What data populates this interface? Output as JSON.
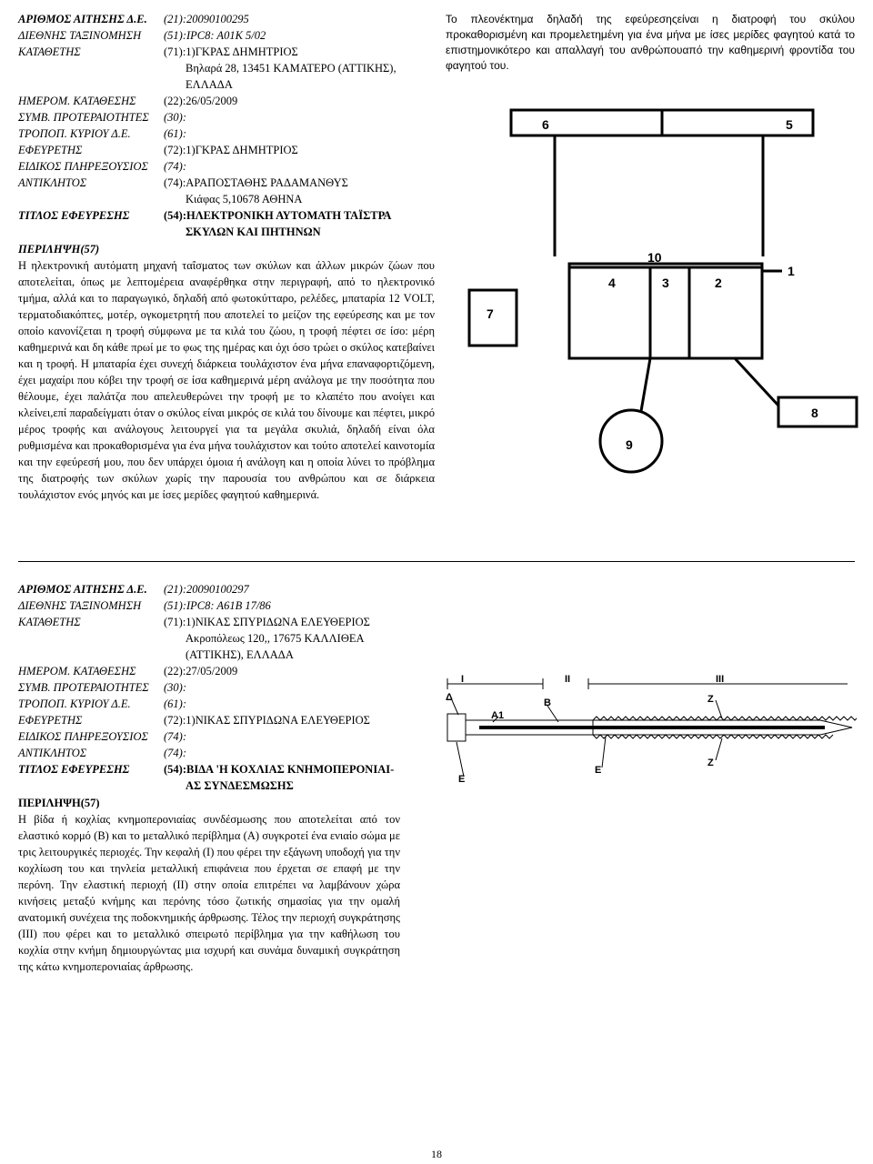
{
  "entries": [
    {
      "app_no_label": "ΑΡΙΘΜΟΣ ΑΙΤΗΣΗΣ Δ.Ε.",
      "app_no_value": "(21):20090100295",
      "rows": [
        {
          "label": "ΔΙΕΘΝΗΣ ΤΑΞΙΝΟΜΗΣΗ",
          "value": "(51):IPC8: A01K  5/02"
        },
        {
          "label": "ΚΑΤΑΘΕΤΗΣ",
          "value": "(71):1)ΓΚΡΑΣ  ΔΗΜΗΤΡΙΟΣ"
        }
      ],
      "applicant_address": [
        "Βηλαρά 28, 13451 ΚΑΜΑΤΕΡΟ (ΑΤΤΙΚΗΣ),",
        "ΕΛΛΑΔΑ"
      ],
      "rows2": [
        {
          "label": "ΗΜΕΡΟΜ. ΚΑΤΑΘΕΣΗΣ",
          "value": "(22):26/05/2009"
        },
        {
          "label": "ΣΥΜΒ. ΠΡΟΤΕΡΑΙΟΤΗΤΕΣ",
          "value": "(30):"
        },
        {
          "label": "ΤΡΟΠΟΠ. ΚΥΡΙΟΥ Δ.Ε.",
          "value": "(61):"
        },
        {
          "label": "ΕΦΕΥΡΕΤΗΣ",
          "value": "(72):1)ΓΚΡΑΣ  ΔΗΜΗΤΡΙΟΣ"
        },
        {
          "label": "ΕΙΔΙΚΟΣ ΠΛΗΡΕΞΟΥΣΙΟΣ",
          "value": "(74):"
        },
        {
          "label": "ΑΝΤΙΚΛΗΤΟΣ",
          "value": "(74):ΑΡΑΠΟΣΤΑΘΗΣ ΡΑΔΑΜΑΝΘΥΣ"
        }
      ],
      "agent_address": [
        "Κιάφας 5,10678 ΑΘΗΝΑ"
      ],
      "title_label": "ΤΙΤΛΟΣ ΕΦΕΥΡΕΣΗΣ",
      "title_value": "(54):ΗΛΕΚΤΡΟΝΙΚΗ ΑΥΤΟΜΑΤΗ ΤΑΪΣΤΡΑ",
      "title_cont": "ΣΚΥΛΩΝ ΚΑΙ ΠΗΤΗΝΩΝ",
      "abstract_heading": "ΠΕΡΙΛΗΨΗ(57)",
      "abstract": "Η ηλεκτρονική αυτόματη μηχανή ταΐσματος των σκύλων και άλλων μικρών ζώων που αποτελείται, όπως με λεπτομέρεια αναφέρθηκα στην περιγραφή, από το ηλεκτρονικό τμήμα, αλλά και το παραγωγικό, δηλαδή από φωτοκύτταρο, ρελέδες, μπαταρία 12 VOLT, τερματοδιακόπτες, μοτέρ, ογκομετρητή που αποτελεί το μείζον της εφεύρεσης και με τον οποίο κανονίζεται η τροφή σύμφωνα με τα κιλά του ζώου, η τροφή πέφτει σε ίσο: μέρη καθημερινά και δη κάθε πρωί με το φως της ημέρας και όχι όσο τρώει ο σκύλος κατεβαίνει και η τροφή. Η μπαταρία έχει συνεχή διάρκεια τουλάχιστον ένα μήνα επαναφορτιζόμενη, έχει μαχαίρι που κόβει την τροφή σε ίσα καθημερινά μέρη ανάλογα με την ποσότητα που θέλουμε, έχει παλάτζα που απελευθερώνει την τροφή με το κλαπέτο που ανοίγει και κλείνει,επί παραδείγματι όταν ο σκύλος είναι μικρός σε κιλά του δίνουμε και πέφτει, μικρό μέρος τροφής και ανάλογους λειτουργεί για τα μεγάλα σκυλιά, δηλαδή είναι όλα ρυθμισμένα και προκαθορισμένα για ένα μήνα τουλάχιστον και τούτο αποτελεί καινοτομία και την εφεύρεσή μου, που δεν υπάρχει όμοια ή ανάλογη και η οποία λύνει το πρόβλημα της διατροφής των σκύλων χωρίς την παρουσία του ανθρώπου και σε διάρκεια τουλάχιστον ενός μηνός και με ίσες μερίδες φαγητού καθημερινά."
    },
    {
      "app_no_label": "ΑΡΙΘΜΟΣ ΑΙΤΗΣΗΣ Δ.Ε.",
      "app_no_value": "(21):20090100297",
      "rows": [
        {
          "label": "ΔΙΕΘΝΗΣ ΤΑΞΙΝΟΜΗΣΗ",
          "value": "(51):IPC8: A61B  17/86"
        },
        {
          "label": "ΚΑΤΑΘΕΤΗΣ",
          "value": "(71):1)ΝΙΚΑΣ ΣΠΥΡΙΔΩΝΑ ΕΛΕΥΘΕΡΙΟΣ"
        }
      ],
      "applicant_address": [
        "Ακροπόλεως 120,, 17675 ΚΑΛΛΙΘΕΑ",
        "(ΑΤΤΙΚΗΣ), ΕΛΛΑΔΑ"
      ],
      "rows2": [
        {
          "label": "ΗΜΕΡΟΜ. ΚΑΤΑΘΕΣΗΣ",
          "value": "(22):27/05/2009"
        },
        {
          "label": "ΣΥΜΒ. ΠΡΟΤΕΡΑΙΟΤΗΤΕΣ",
          "value": "(30):"
        },
        {
          "label": "ΤΡΟΠΟΠ. ΚΥΡΙΟΥ Δ.Ε.",
          "value": "(61):"
        },
        {
          "label": "ΕΦΕΥΡΕΤΗΣ",
          "value": "(72):1)ΝΙΚΑΣ ΣΠΥΡΙΔΩΝΑ ΕΛΕΥΘΕΡΙΟΣ"
        },
        {
          "label": "ΕΙΔΙΚΟΣ ΠΛΗΡΕΞΟΥΣΙΟΣ",
          "value": "(74):"
        },
        {
          "label": "ΑΝΤΙΚΛΗΤΟΣ",
          "value": "(74):"
        }
      ],
      "title_label": "ΤΙΤΛΟΣ ΕΦΕΥΡΕΣΗΣ",
      "title_value": "(54):ΒΙΔΑ 'Η ΚΟΧΛΙΑΣ ΚΝΗΜΟΠΕΡΟΝΙΑΙ-",
      "title_cont": "ΑΣ ΣΥΝΔΕΣΜΩΣΗΣ",
      "abstract_heading": "ΠΕΡΙΛΗΨΗ(57)",
      "abstract": "Η βίδα ή κοχλίας κνημοπερονιαίας συνδέσμωσης που αποτελείται από τον ελαστικό κορμό (Β) και το μεταλλικό περίβλημα (Α) συγκροτεί ένα ενιαίο σώμα με τρις λειτουργικές περιοχές. Την κεφαλή (Ι) που φέρει την εξάγωνη υποδοχή για την κοχλίωση του και τηνλεία μεταλλική επιφάνεια που έρχεται σε επαφή με την περόνη. Την ελαστική περιοχή (ΙΙ) στην οποία επιτρέπει να λαμβάνουν χώρα κινήσεις μεταξύ κνήμης και περόνης τόσο ζωτικής σημασίας για την ομαλή ανατομική συνέχεια της ποδοκνημικής άρθρωσης. Τέλος την περιοχή συγκράτησης (ΙΙΙ) που φέρει και το μεταλλικό σπειρωτό περίβλημα για την καθήλωση του κοχλία στην κνήμη δημιουργώντας μια ισχυρή και συνάμα δυναμική συγκράτηση της κάτω κνημοπερονιαίας άρθρωσης."
    }
  ],
  "right_text": "Το πλεονέκτημα δηλαδή της εφεύρεσηςείναι η διατροφή του σκύλου προκαθορισμένη και προμελετημένη για ένα μήνα με ίσες μερίδες φαγητού κατά το επιστημονικότερο και απαλλαγή του ανθρώπουαπό την καθημερινή φροντίδα του φαγητού του.",
  "figure1": {
    "labels": [
      "1",
      "2",
      "3",
      "4",
      "5",
      "6",
      "7",
      "8",
      "9",
      "10"
    ]
  },
  "figure2": {
    "labels": [
      "I",
      "II",
      "III",
      "Δ",
      "A1",
      "B",
      "Z",
      "Z",
      "E",
      "E"
    ]
  },
  "page_number": "18"
}
